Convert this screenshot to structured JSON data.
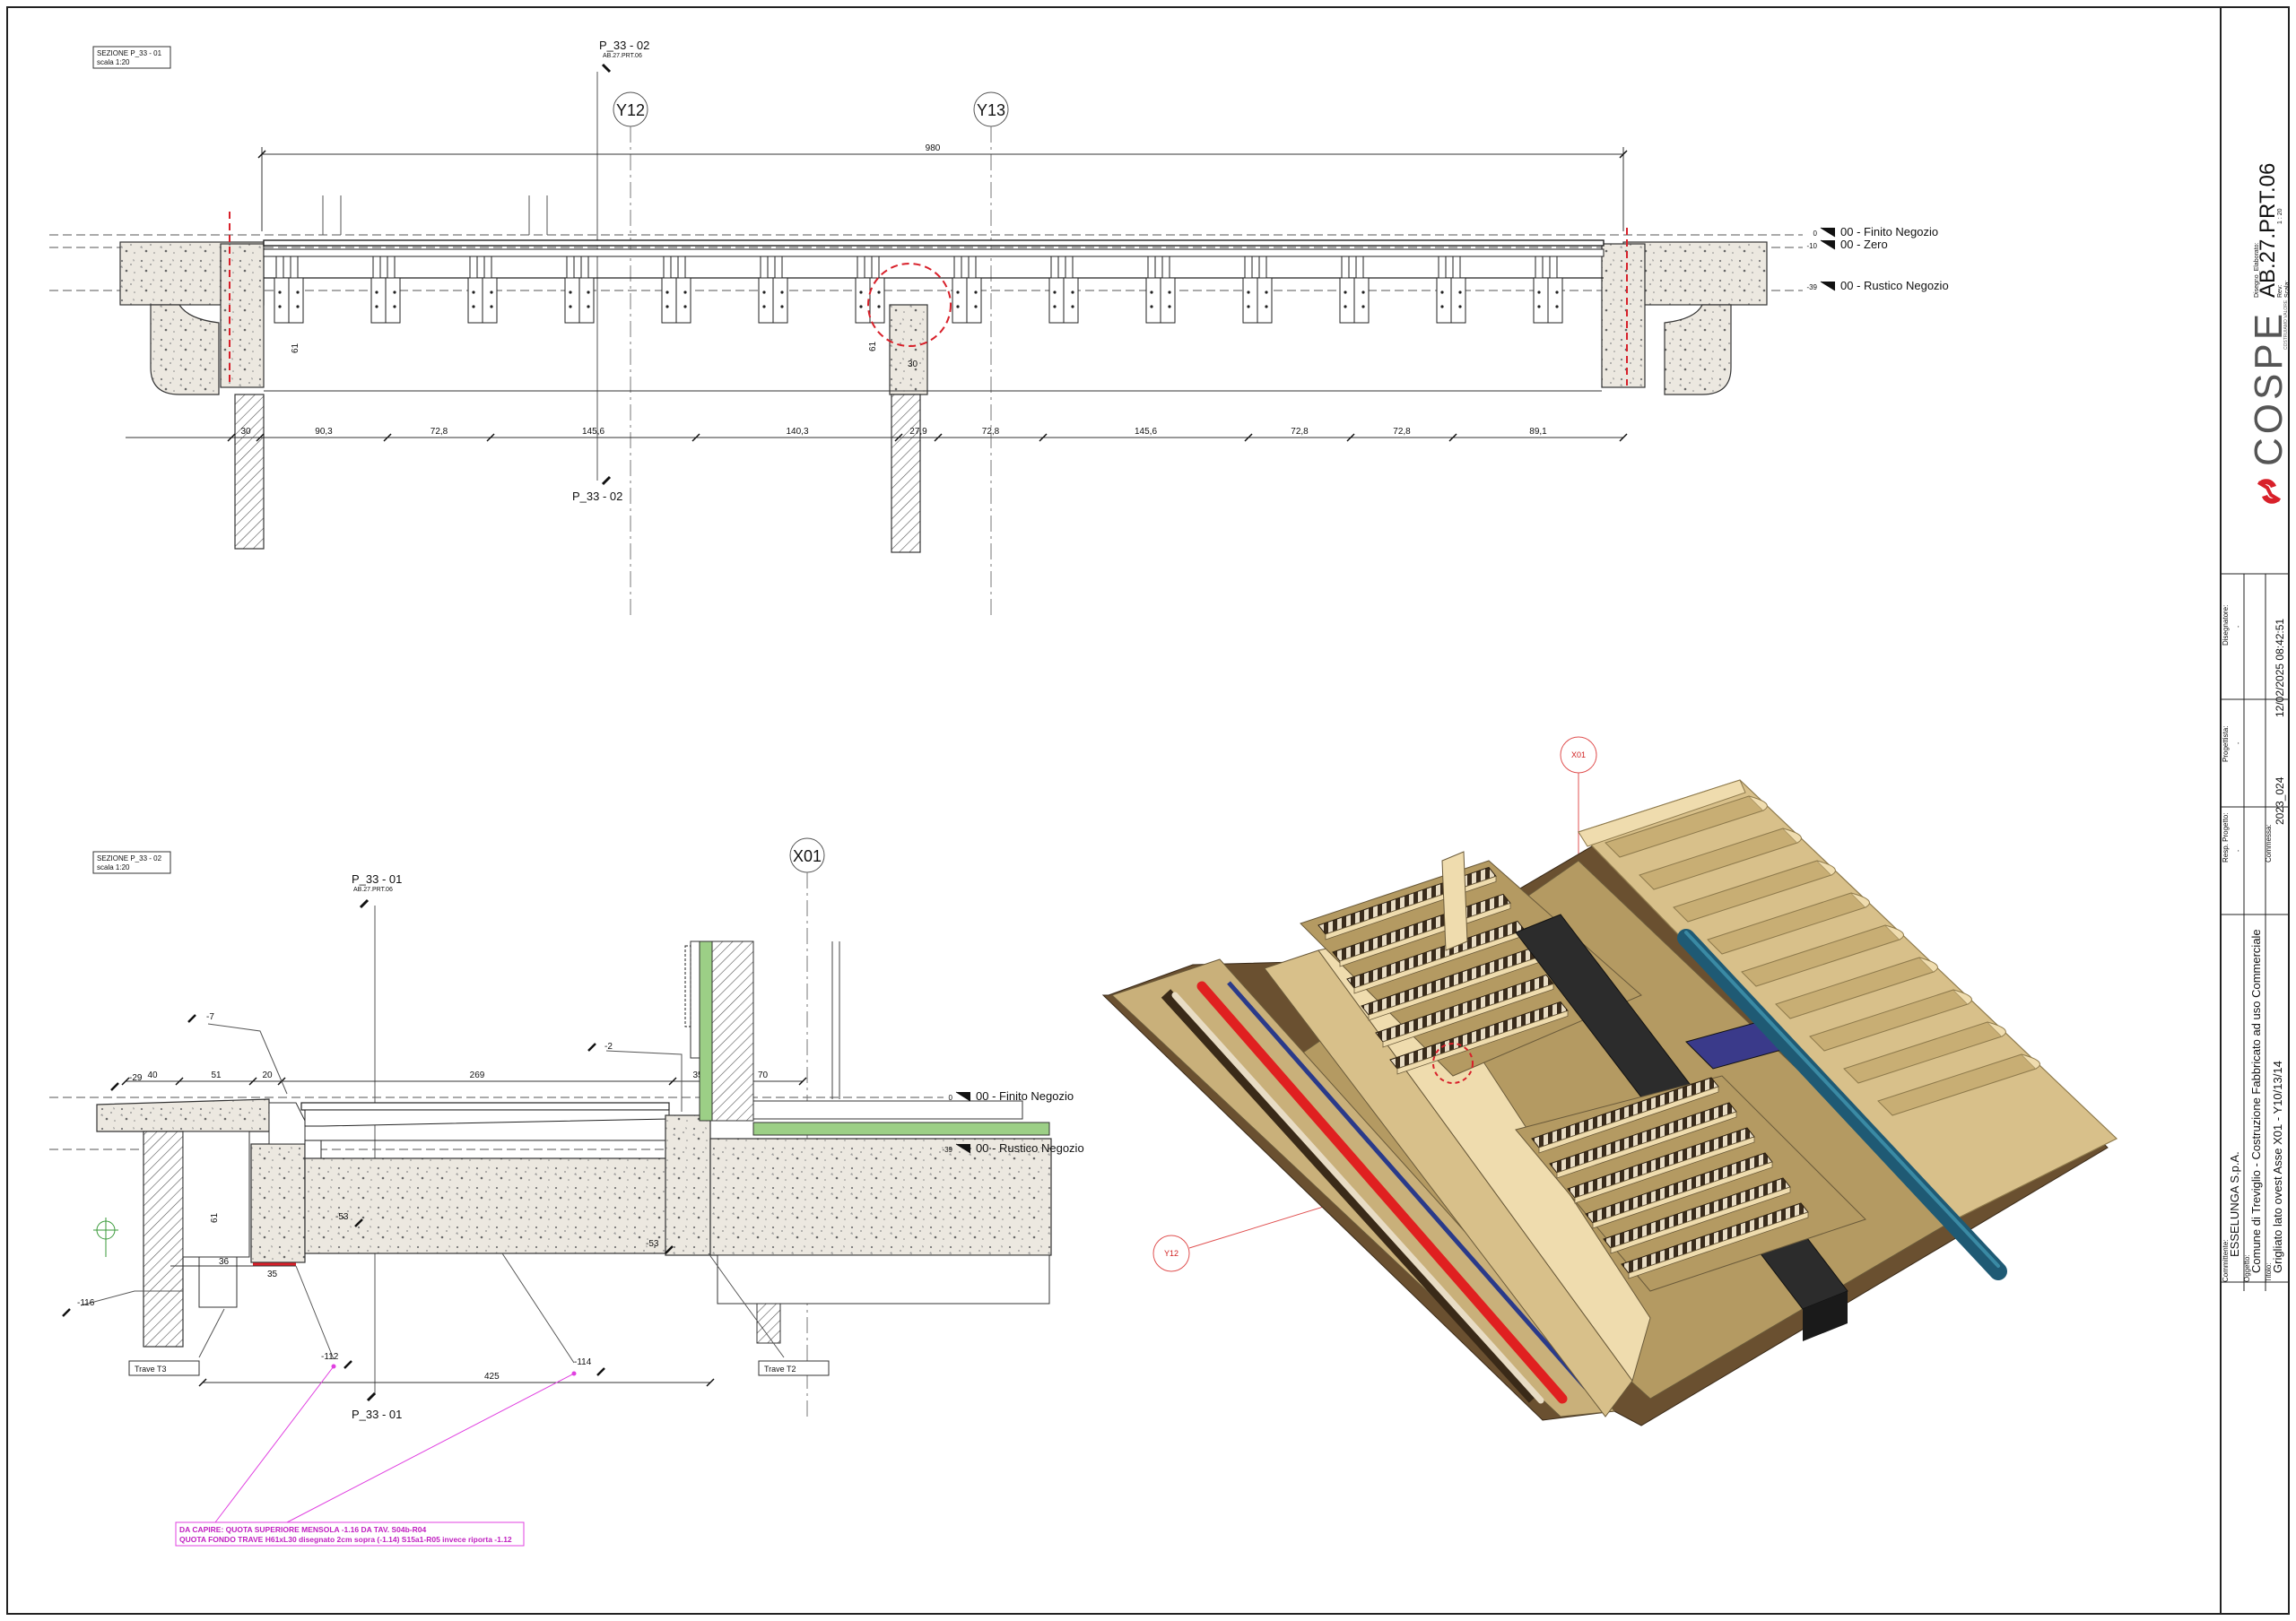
{
  "colors": {
    "line": "#1a1a1a",
    "red": "#d8202a",
    "magenta": "#e040e0",
    "concrete": "#ece8e0",
    "beige": "#d8c08a",
    "beigeDark": "#8e7a4c",
    "beigeLight": "#efdcae",
    "insulation": "#9ccf86",
    "steel": "#2c2c2c",
    "pipeBlue": "#1f5a74",
    "pipeRed": "#e02020"
  },
  "section1": {
    "label_title": "SEZIONE P_33 - 01",
    "label_scale": "scala 1:20",
    "cut_top": "P_33 - 02",
    "cut_top_ref": "AB.27.PRT.06",
    "cut_bottom": "P_33 - 02",
    "grid_y12": "Y12",
    "grid_y13": "Y13",
    "dim_total": "980",
    "dims_bottom": [
      "30",
      "90,3",
      "72,8",
      "145,6",
      "140,3",
      "27,9",
      "72,8",
      "145,6",
      "72,8",
      "72,8",
      "89,1"
    ],
    "dim_left_61": "61",
    "dim_mid_61": "61",
    "dim_30": "30",
    "levels": [
      {
        "value": "0",
        "label": "00 - Finito Negozio"
      },
      {
        "value": "-10",
        "label": "00 - Zero"
      },
      {
        "value": "-39",
        "label": "00 - Rustico Negozio"
      }
    ]
  },
  "section2": {
    "label_title": "SEZIONE P_33 - 02",
    "label_scale": "scala 1:20",
    "cut_top": "P_33 - 01",
    "cut_top_ref": "AB.27.PRT.06",
    "cut_bottom": "P_33 - 01",
    "grid_x01": "X01",
    "dims_top": [
      "40",
      "51",
      "20",
      "269",
      "35",
      "70"
    ],
    "dims_bottom": [
      "36",
      "35"
    ],
    "dim_total": "425",
    "spots": [
      "-7",
      "-29",
      "-2",
      "-53",
      "-53",
      "-116",
      "-112",
      "-114",
      "61"
    ],
    "levels": [
      {
        "value": "0",
        "label": "00 - Finito Negozio"
      },
      {
        "value": "-39",
        "label": "00 - Rustico Negozio"
      }
    ],
    "trave_left": "Trave T3",
    "trave_right": "Trave T2",
    "note_line1": "DA CAPIRE: QUOTA SUPERIORE MENSOLA -1.16 DA TAV. S04b-R04",
    "note_line2": "QUOTA FONDO TRAVE H61xL30 disegnato 2cm sopra (-1.14) S15a1-R05 invece riporta -1.12"
  },
  "view3d": {
    "tag_x01": "X01",
    "tag_y12": "Y12"
  },
  "titleblock": {
    "drawing_number_label": "Disegno_Elaborato:",
    "drawing_number": "AB.27.PRT.06",
    "rev_label": "Rev:",
    "scale_label": "Scala:",
    "scale_value": "1 : 20",
    "logo_text": "COSPE",
    "logo_sub": "COSTRUIAMO VALORE",
    "disegnatore_label": "Disegnatore:",
    "progettista_label": "Progettista:",
    "resp_label": "Resp. Progetto:",
    "committente_label": "Committente:",
    "oggetto_label": "Oggetto:",
    "titolo_label": "Titolo:",
    "commessa_label": "Commessa:",
    "date": "12/02/2025 08:42:51",
    "commessa": "2023_024",
    "committente": "ESSELUNGA S.p.A.",
    "oggetto": "Comune di Treviglio - Costruzione Fabbricato ad uso Commerciale",
    "titolo": "Grigliato lato ovest Asse X01 - Y10/13/14",
    "dash": "-"
  }
}
